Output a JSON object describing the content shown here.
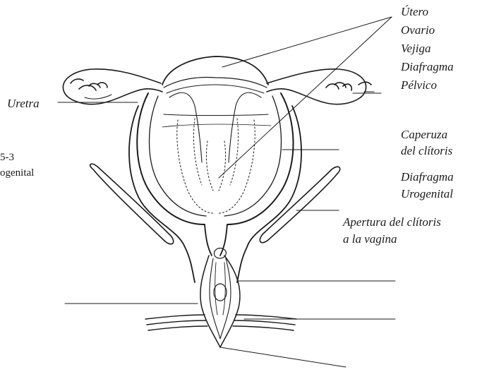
{
  "labels": {
    "top_right": [
      "Útero",
      "Ovario",
      "Vejiga",
      "Diafragma",
      "Pélvico"
    ],
    "uretra": "Uretra",
    "caperuza": [
      "Caperuza",
      "del clítoris"
    ],
    "diafragma_urogenital": [
      "Diafragma",
      "Urogenital"
    ],
    "apertura": [
      "Apertura del clítoris",
      "a la vagina"
    ],
    "left_cut": [
      "5-3",
      "ogenital"
    ]
  },
  "colors": {
    "ink": "#1a1a1a",
    "background": "#ffffff"
  }
}
